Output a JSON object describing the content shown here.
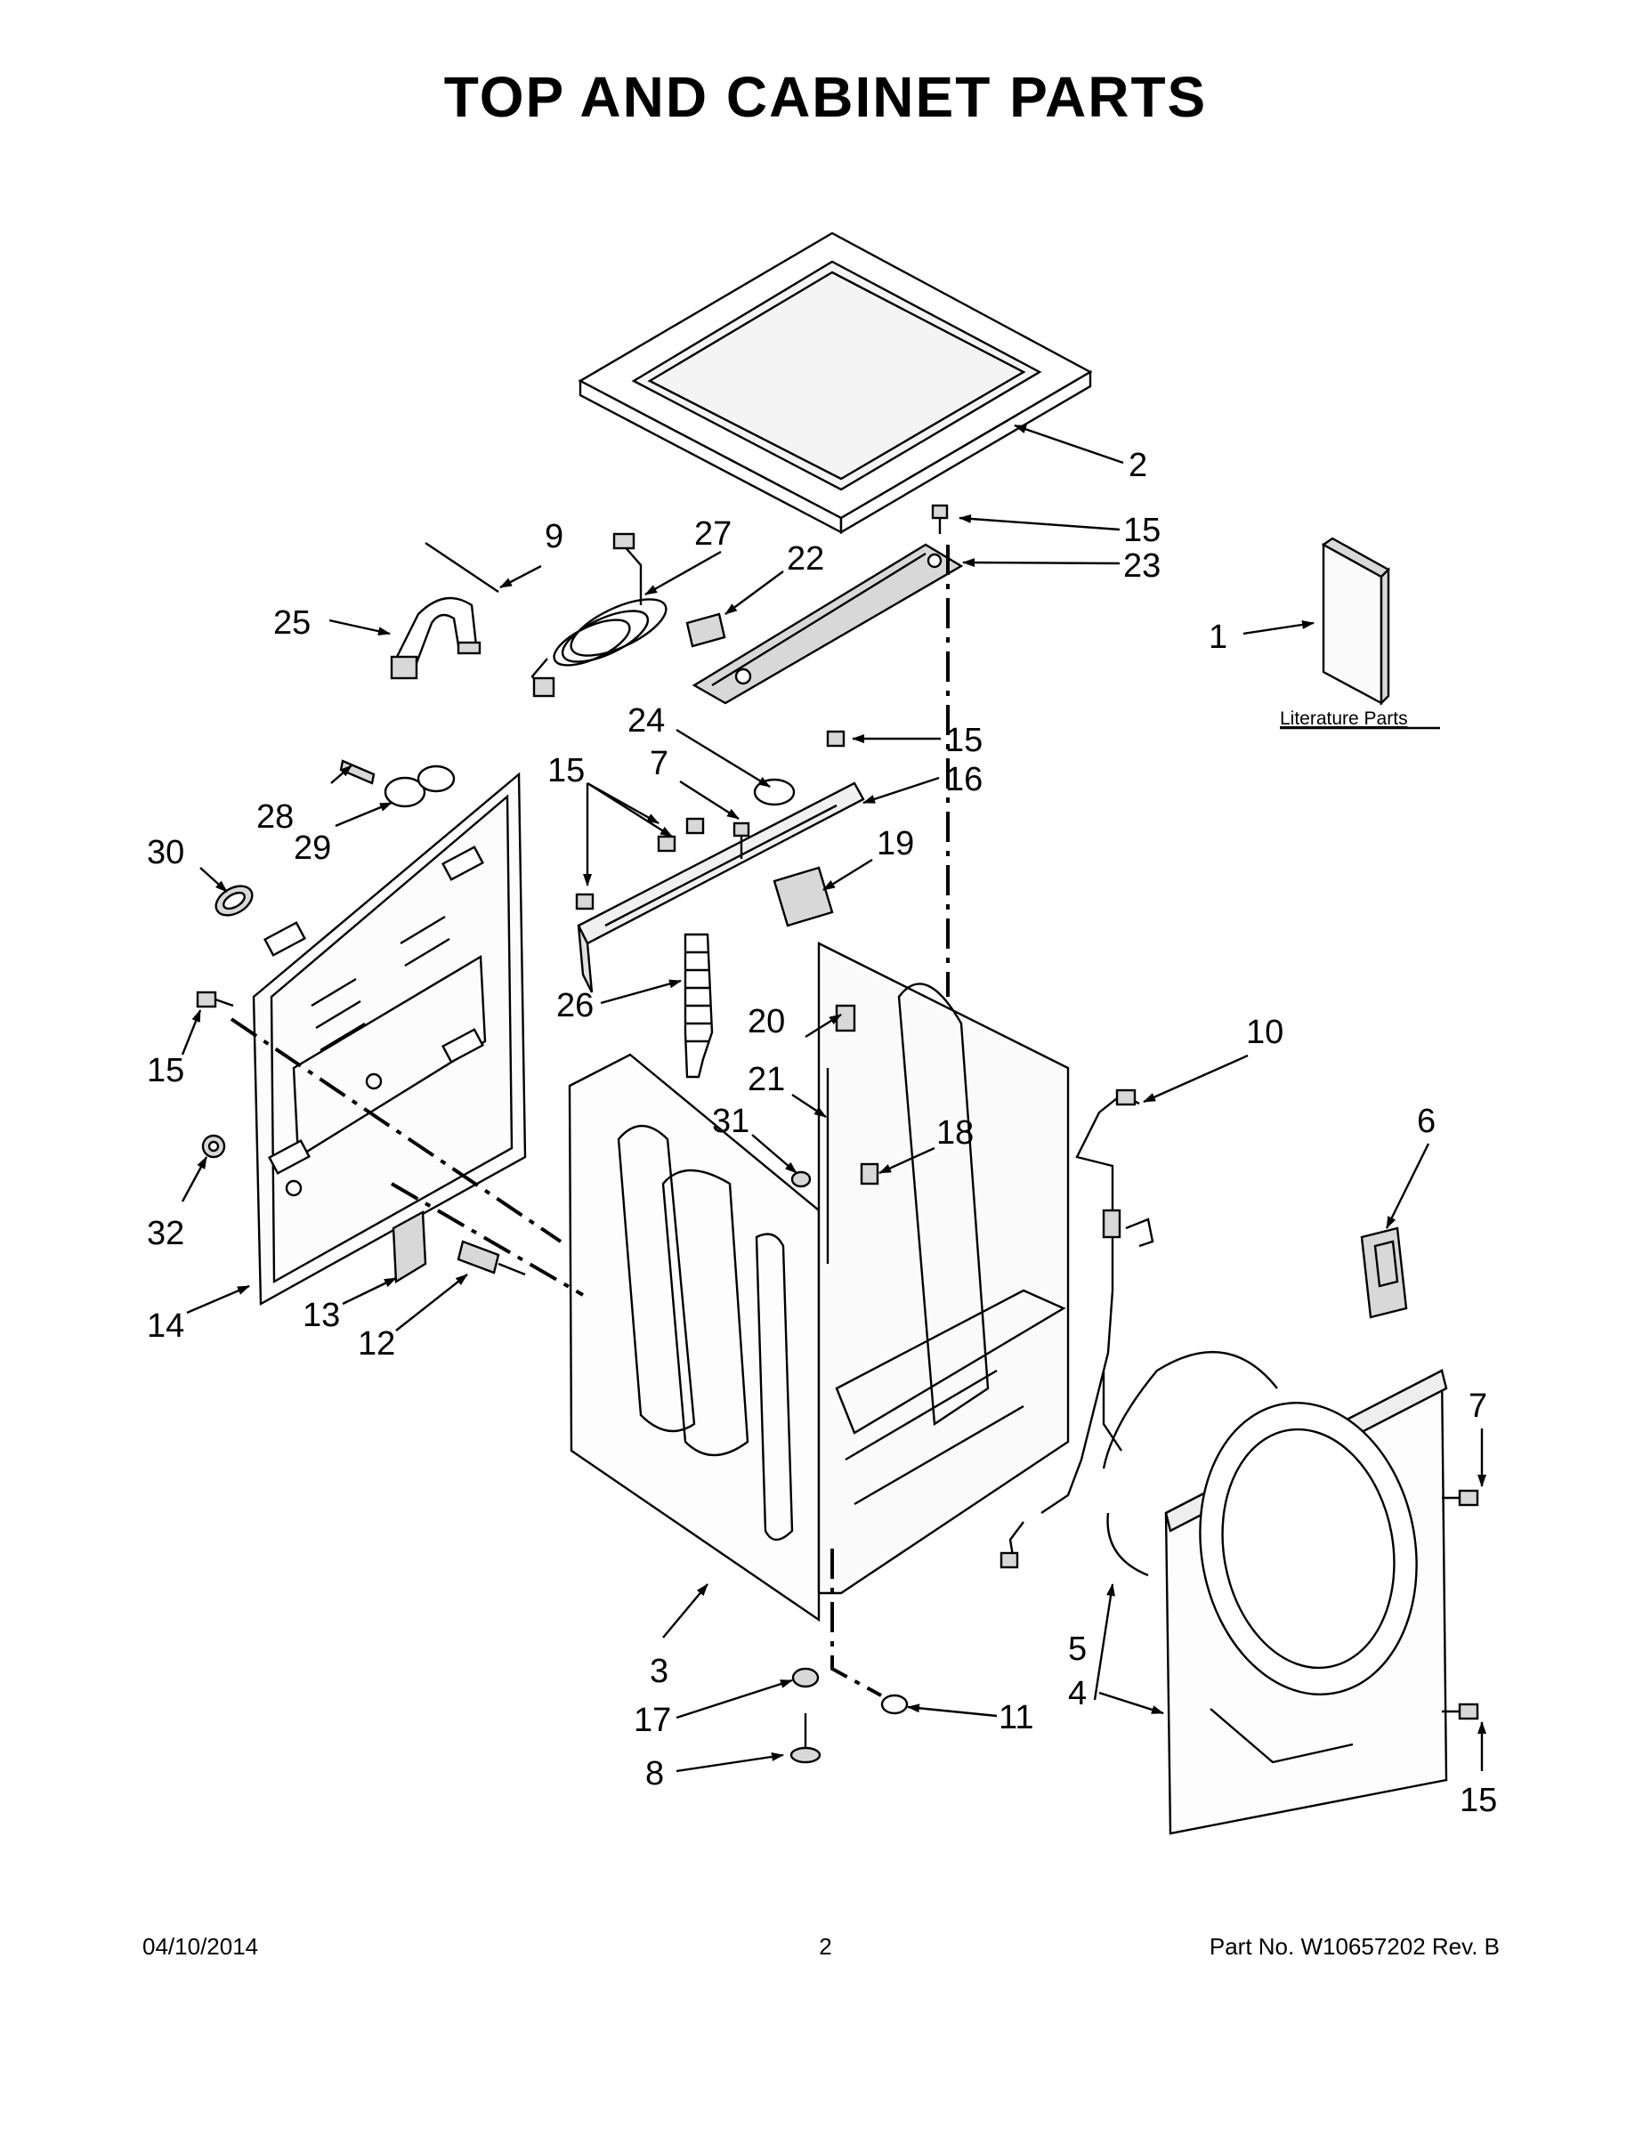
{
  "title": "TOP AND CABINET PARTS",
  "literature_label": "Literature Parts",
  "callouts": [
    {
      "id": "c1",
      "label": "1"
    },
    {
      "id": "c2",
      "label": "2"
    },
    {
      "id": "c3",
      "label": "3"
    },
    {
      "id": "c4",
      "label": "4"
    },
    {
      "id": "c5",
      "label": "5"
    },
    {
      "id": "c6",
      "label": "6"
    },
    {
      "id": "c7a",
      "label": "7"
    },
    {
      "id": "c7b",
      "label": "7"
    },
    {
      "id": "c8",
      "label": "8"
    },
    {
      "id": "c9",
      "label": "9"
    },
    {
      "id": "c10",
      "label": "10"
    },
    {
      "id": "c11",
      "label": "11"
    },
    {
      "id": "c12",
      "label": "12"
    },
    {
      "id": "c13",
      "label": "13"
    },
    {
      "id": "c14",
      "label": "14"
    },
    {
      "id": "c15a",
      "label": "15"
    },
    {
      "id": "c15b",
      "label": "15"
    },
    {
      "id": "c15c",
      "label": "15"
    },
    {
      "id": "c15d",
      "label": "15"
    },
    {
      "id": "c15e",
      "label": "15"
    },
    {
      "id": "c16",
      "label": "16"
    },
    {
      "id": "c17",
      "label": "17"
    },
    {
      "id": "c18",
      "label": "18"
    },
    {
      "id": "c19",
      "label": "19"
    },
    {
      "id": "c20",
      "label": "20"
    },
    {
      "id": "c21",
      "label": "21"
    },
    {
      "id": "c22",
      "label": "22"
    },
    {
      "id": "c23",
      "label": "23"
    },
    {
      "id": "c24",
      "label": "24"
    },
    {
      "id": "c25",
      "label": "25"
    },
    {
      "id": "c26",
      "label": "26"
    },
    {
      "id": "c27",
      "label": "27"
    },
    {
      "id": "c28",
      "label": "28"
    },
    {
      "id": "c29",
      "label": "29"
    },
    {
      "id": "c30",
      "label": "30"
    },
    {
      "id": "c31",
      "label": "31"
    },
    {
      "id": "c32",
      "label": "32"
    }
  ],
  "footer": {
    "date": "04/10/2014",
    "page": "2",
    "part_number": "Part No.  W10657202  Rev.  B"
  }
}
